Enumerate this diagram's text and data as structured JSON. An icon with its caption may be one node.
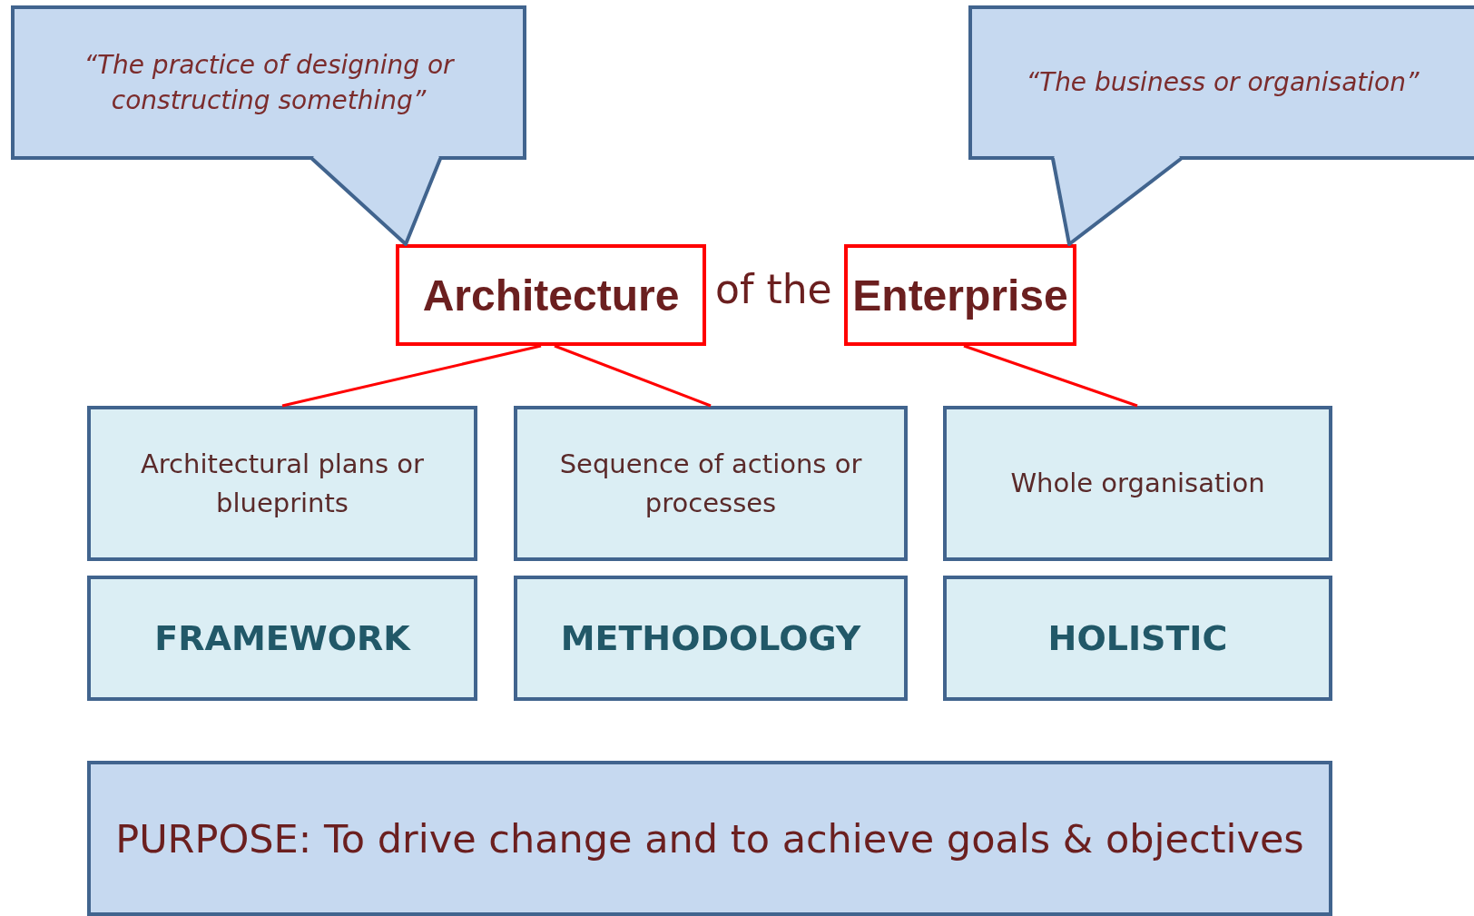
{
  "diagram": {
    "nodes": [
      {
        "text": [
          "“The practice of designing or constructing something”"
        ]
      },
      {
        "text": [
          "“The business or organisation”"
        ]
      },
      {
        "text": [
          "Architecture"
        ]
      },
      {
        "text": [
          "Enterprise"
        ]
      },
      {
        "text": [
          "Architectural plans or blueprints"
        ]
      },
      {
        "text": [
          "Sequence of actions or processes"
        ]
      },
      {
        "text": [
          "Whole organisation"
        ]
      },
      {
        "text": [
          "FRAMEWORK"
        ]
      },
      {
        "text": [
          "METHODOLOGY"
        ]
      },
      {
        "text": [
          "HOLISTIC"
        ]
      },
      {
        "text": [
          "PURPOSE: To drive change and to achieve goals & objectives"
        ]
      }
    ],
    "edges": [
      {
        "from": 0,
        "to": 2,
        "arrow": "none",
        "color": "#41648e"
      },
      {
        "from": 1,
        "to": 3,
        "arrow": "none",
        "color": "#41648e"
      },
      {
        "from": 2,
        "to": 4,
        "arrow": "none"
      },
      {
        "from": 2,
        "to": 5,
        "arrow": "none"
      },
      {
        "from": 3,
        "to": 6,
        "arrow": "none"
      }
    ],
    "labels": [
      "of the"
    ]
  }
}
